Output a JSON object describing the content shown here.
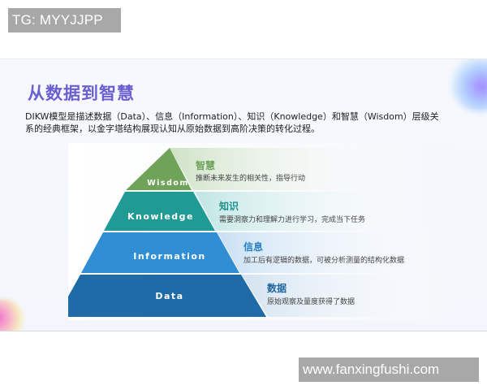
{
  "watermarks": {
    "top": "TG: MYYJJPP",
    "bottom": "www.fanxingfushi.com"
  },
  "slide": {
    "title": "从数据到智慧",
    "description_line1": "DIKW模型是描述数据（Data）、信息（Information）、知识（Knowledge）和智慧（Wisdom）层级关",
    "description_line2": "系的经典框架，以金字塔结构展现认知从原始数据到高阶决策的转化过程。"
  },
  "pyramid": {
    "layers": [
      {
        "label": "Wisdom",
        "title": "智慧",
        "text": "推断未来发生的相关性，指导行动",
        "color": "#6fa35a",
        "title_color": "#6fa35a"
      },
      {
        "label": "Knowledge",
        "title": "知识",
        "text": "需要洞察力和理解力进行学习，完成当下任务",
        "color": "#1f9a95",
        "title_color": "#1b8f8a"
      },
      {
        "label": "Information",
        "title": "信息",
        "text": "加工后有逻辑的数据，可被分析测量的结构化数据",
        "color": "#2f8ed4",
        "title_color": "#2a7fc4"
      },
      {
        "label": "Data",
        "title": "数据",
        "text": "原始观察及量度获得了数据",
        "color": "#1e6ba8",
        "title_color": "#1d64a0"
      }
    ]
  }
}
